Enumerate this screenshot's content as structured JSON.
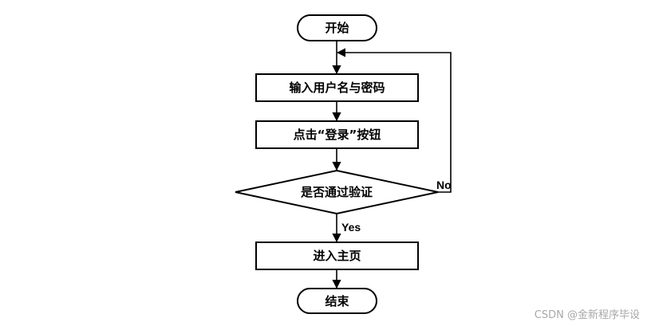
{
  "nodes": {
    "start": "开始",
    "input_credentials": "输入用户名与密码",
    "click_login": "点击“登录”按钮",
    "decision": "是否通过验证",
    "enter_home": "进入主页",
    "end": "结束"
  },
  "edges": {
    "no": "No",
    "yes": "Yes"
  },
  "watermark": "CSDN @金新程序毕设"
}
